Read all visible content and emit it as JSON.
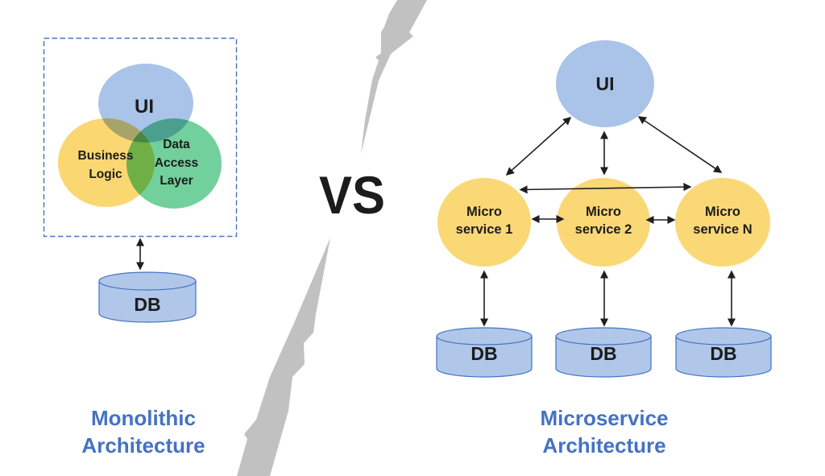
{
  "left_panel": {
    "title_line1": "Monolithic",
    "title_line2": "Architecture",
    "venn": {
      "ui": "UI",
      "business_line1": "Business",
      "business_line2": "Logic",
      "data_line1": "Data",
      "data_line2": "Access",
      "data_line3": "Layer"
    },
    "db": "DB"
  },
  "divider": {
    "vs": "VS"
  },
  "right_panel": {
    "title_line1": "Microservice",
    "title_line2": "Architecture",
    "ui": "UI",
    "service1_line1": "Micro",
    "service1_line2": "service 1",
    "service2_line1": "Micro",
    "service2_line2": "service 2",
    "service3_line1": "Micro",
    "service3_line2": "service N",
    "db1": "DB",
    "db2": "DB",
    "db3": "DB"
  },
  "colors": {
    "ui_circle": "#a9c3e9",
    "service_circle": "#fbd876",
    "yellow_circle": "#fbd772",
    "green_circle": "#71d09b",
    "db_fill": "#b0c7e9",
    "db_stroke": "#4472c4",
    "dashed_border": "#4a72c4",
    "title_color": "#4472c4",
    "arrow_color": "#1f1f1f",
    "bolt_gray": "#c1c1c1",
    "vs_gradient_top": "#6e6e6e",
    "vs_gradient_bottom": "#ababab"
  }
}
